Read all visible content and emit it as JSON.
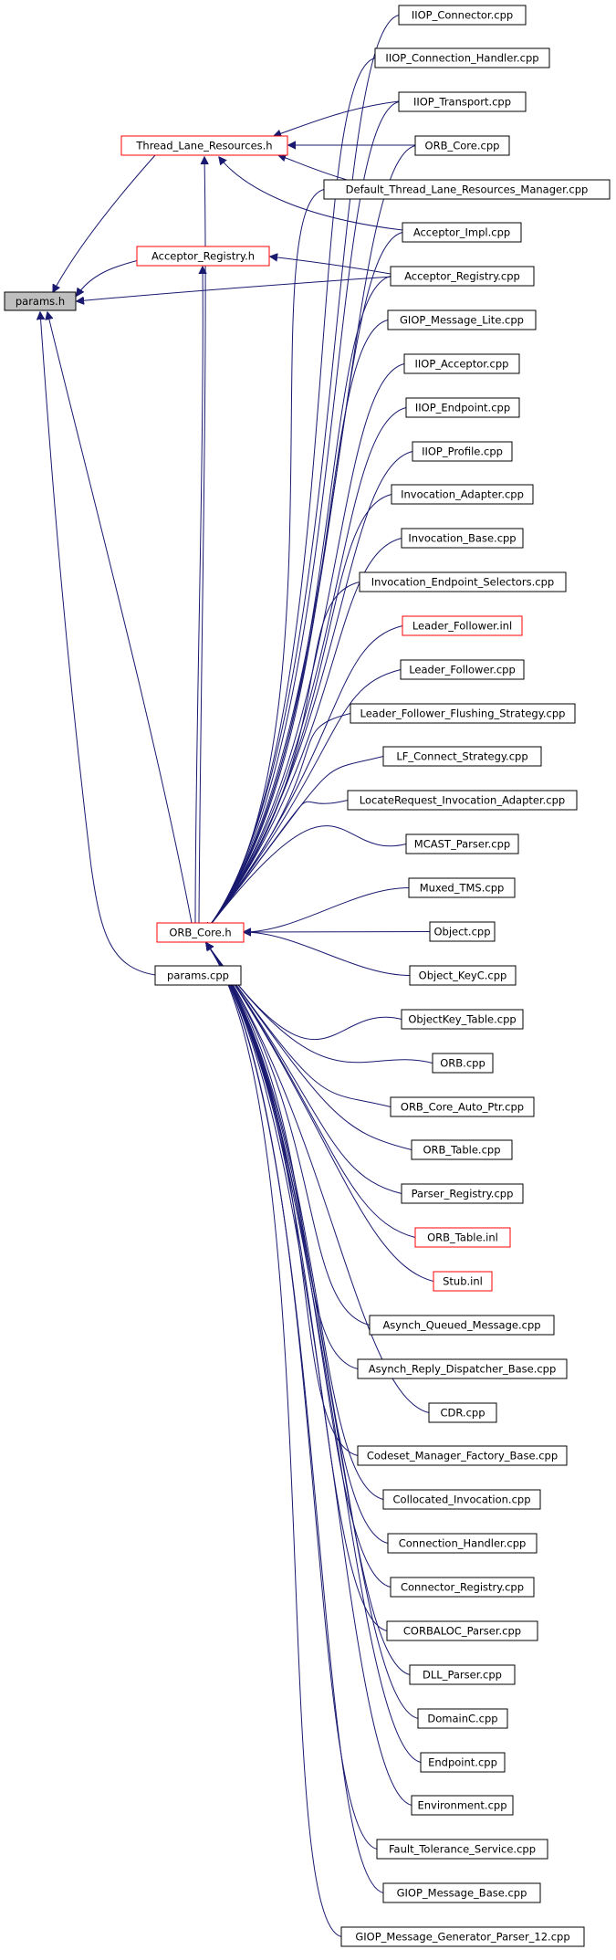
{
  "colors": {
    "edge": "#191970",
    "focus_fill": "#bfbfbf",
    "node_fill": "#ffffff",
    "node_border": "#000000",
    "truncated_border": "#ff0000"
  },
  "nodes": [
    {
      "id": "params_h",
      "label": "params.h",
      "style": "focus"
    },
    {
      "id": "thread_lane",
      "label": "Thread_Lane_Resources.h",
      "style": "truncated"
    },
    {
      "id": "acceptor_registry_h",
      "label": "Acceptor_Registry.h",
      "style": "truncated"
    },
    {
      "id": "orb_core_h",
      "label": "ORB_Core.h",
      "style": "truncated"
    },
    {
      "id": "params_cpp",
      "label": "params.cpp",
      "style": "normal"
    },
    {
      "id": "iiop_connector",
      "label": "IIOP_Connector.cpp",
      "style": "normal"
    },
    {
      "id": "iiop_connection_handler",
      "label": "IIOP_Connection_Handler.cpp",
      "style": "normal"
    },
    {
      "id": "iiop_transport",
      "label": "IIOP_Transport.cpp",
      "style": "normal"
    },
    {
      "id": "orb_core_cpp",
      "label": "ORB_Core.cpp",
      "style": "normal"
    },
    {
      "id": "default_tlrm",
      "label": "Default_Thread_Lane_Resources_Manager.cpp",
      "style": "normal"
    },
    {
      "id": "acceptor_impl",
      "label": "Acceptor_Impl.cpp",
      "style": "normal"
    },
    {
      "id": "acceptor_registry_cpp",
      "label": "Acceptor_Registry.cpp",
      "style": "normal"
    },
    {
      "id": "giop_message_lite",
      "label": "GIOP_Message_Lite.cpp",
      "style": "normal"
    },
    {
      "id": "iiop_acceptor",
      "label": "IIOP_Acceptor.cpp",
      "style": "normal"
    },
    {
      "id": "iiop_endpoint",
      "label": "IIOP_Endpoint.cpp",
      "style": "normal"
    },
    {
      "id": "iiop_profile",
      "label": "IIOP_Profile.cpp",
      "style": "normal"
    },
    {
      "id": "invocation_adapter",
      "label": "Invocation_Adapter.cpp",
      "style": "normal"
    },
    {
      "id": "invocation_base",
      "label": "Invocation_Base.cpp",
      "style": "normal"
    },
    {
      "id": "invocation_endpoint_selectors",
      "label": "Invocation_Endpoint_Selectors.cpp",
      "style": "normal"
    },
    {
      "id": "leader_follower_inl",
      "label": "Leader_Follower.inl",
      "style": "truncated"
    },
    {
      "id": "leader_follower_cpp",
      "label": "Leader_Follower.cpp",
      "style": "normal"
    },
    {
      "id": "lf_flushing",
      "label": "Leader_Follower_Flushing_Strategy.cpp",
      "style": "normal"
    },
    {
      "id": "lf_connect",
      "label": "LF_Connect_Strategy.cpp",
      "style": "normal"
    },
    {
      "id": "locate_request",
      "label": "LocateRequest_Invocation_Adapter.cpp",
      "style": "normal"
    },
    {
      "id": "mcast_parser",
      "label": "MCAST_Parser.cpp",
      "style": "normal"
    },
    {
      "id": "muxed_tms",
      "label": "Muxed_TMS.cpp",
      "style": "normal"
    },
    {
      "id": "object_cpp",
      "label": "Object.cpp",
      "style": "normal"
    },
    {
      "id": "object_keyc",
      "label": "Object_KeyC.cpp",
      "style": "normal"
    },
    {
      "id": "objectkey_table",
      "label": "ObjectKey_Table.cpp",
      "style": "normal"
    },
    {
      "id": "orb_cpp",
      "label": "ORB.cpp",
      "style": "normal"
    },
    {
      "id": "orb_core_auto_ptr",
      "label": "ORB_Core_Auto_Ptr.cpp",
      "style": "normal"
    },
    {
      "id": "orb_table_cpp",
      "label": "ORB_Table.cpp",
      "style": "normal"
    },
    {
      "id": "parser_registry",
      "label": "Parser_Registry.cpp",
      "style": "normal"
    },
    {
      "id": "orb_table_inl",
      "label": "ORB_Table.inl",
      "style": "truncated"
    },
    {
      "id": "stub_inl",
      "label": "Stub.inl",
      "style": "truncated"
    },
    {
      "id": "asynch_queued_message",
      "label": "Asynch_Queued_Message.cpp",
      "style": "normal"
    },
    {
      "id": "asynch_reply_dispatcher",
      "label": "Asynch_Reply_Dispatcher_Base.cpp",
      "style": "normal"
    },
    {
      "id": "cdr",
      "label": "CDR.cpp",
      "style": "normal"
    },
    {
      "id": "codeset_manager_factory",
      "label": "Codeset_Manager_Factory_Base.cpp",
      "style": "normal"
    },
    {
      "id": "collocated_invocation",
      "label": "Collocated_Invocation.cpp",
      "style": "normal"
    },
    {
      "id": "connection_handler",
      "label": "Connection_Handler.cpp",
      "style": "normal"
    },
    {
      "id": "connector_registry",
      "label": "Connector_Registry.cpp",
      "style": "normal"
    },
    {
      "id": "corbaloc_parser",
      "label": "CORBALOC_Parser.cpp",
      "style": "normal"
    },
    {
      "id": "dll_parser",
      "label": "DLL_Parser.cpp",
      "style": "normal"
    },
    {
      "id": "domainc",
      "label": "DomainC.cpp",
      "style": "normal"
    },
    {
      "id": "endpoint",
      "label": "Endpoint.cpp",
      "style": "normal"
    },
    {
      "id": "environment",
      "label": "Environment.cpp",
      "style": "normal"
    },
    {
      "id": "fault_tolerance",
      "label": "Fault_Tolerance_Service.cpp",
      "style": "normal"
    },
    {
      "id": "giop_message_base",
      "label": "GIOP_Message_Base.cpp",
      "style": "normal"
    },
    {
      "id": "giop_message_generator",
      "label": "GIOP_Message_Generator_Parser_12.cpp",
      "style": "normal"
    }
  ]
}
